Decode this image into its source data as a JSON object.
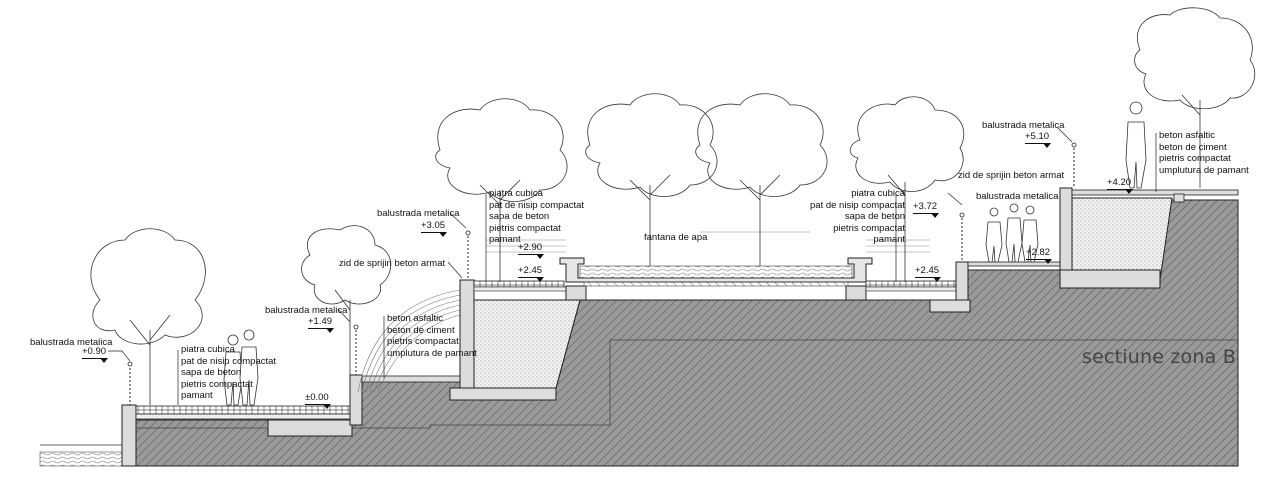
{
  "title": "sectiune zona B",
  "labels": {
    "balustrada1": "balustrada metalica",
    "balustrada2": "balustrada metalica",
    "balustrada3": "balustrada metalica",
    "balustrada4": "balustrada metalica",
    "balustrada5": "balustrada metalica",
    "zid1": "zid de sprijin beton armat",
    "zid2": "zid de sprijin beton armat",
    "fantana": "fantana de apa"
  },
  "stacks": {
    "paving_low": [
      "piatra cubica",
      "pat de nisip compactat",
      "sapa de beton",
      "pietris compactat",
      "pamant"
    ],
    "asphalt_mid": [
      "beton asfaltic",
      "beton de ciment",
      "pietris compactat",
      "umplutura de pamant"
    ],
    "paving_upper": [
      "piatra cubica",
      "pat de nisip compactat",
      "sapa de beton",
      "pietris compactat",
      "pamant"
    ],
    "paving_right": [
      "piatra cubica",
      "pat de nisip compactat",
      "sapa de beton",
      "pietris compactat",
      "pamant"
    ],
    "asphalt_top": [
      "beton asfaltic",
      "beton de ciment",
      "pietris compactat",
      "umplutura de pamant"
    ]
  },
  "elevations": {
    "e090": "+0.90",
    "e000": "±0.00",
    "e149": "+1.49",
    "e305": "+3.05",
    "e290": "+2.90",
    "e245a": "+2.45",
    "e372": "+3.72",
    "e245b": "+2.45",
    "e282": "+2.82",
    "e510": "+5.10",
    "e420": "+4.20"
  },
  "colors": {
    "ink": "#111111",
    "ground": "#8a8a8a",
    "wall": "#d9d9d9",
    "fill": "#eeeeee"
  }
}
